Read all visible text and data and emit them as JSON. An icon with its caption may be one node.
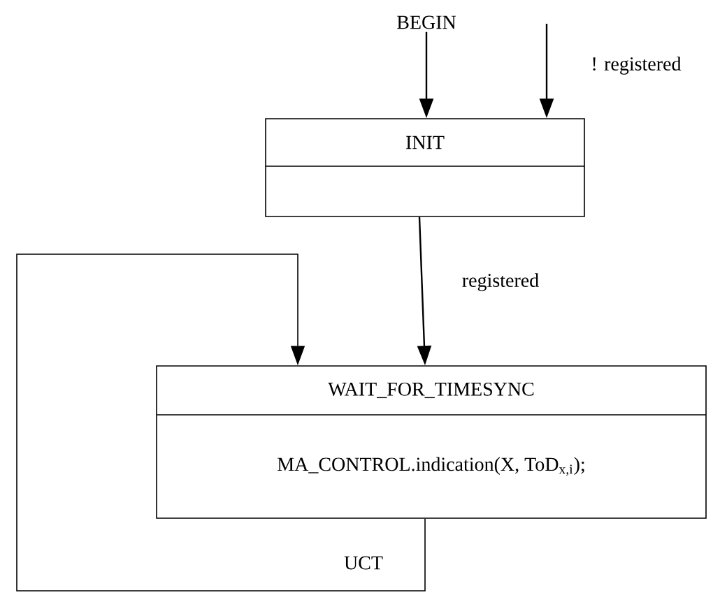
{
  "diagram": {
    "nodes": [
      {
        "text": [
          "BEGIN"
        ]
      },
      {
        "text": [
          "INIT"
        ]
      },
      {
        "text": [
          "WAIT_FOR_TIMESYNC",
          "MA_CONTROL.indication(X, ToD$_{x,i}$);"
        ]
      }
    ],
    "edges": [
      {
        "from": 0,
        "to": 1,
        "arrow": "to"
      },
      {
        "from": null,
        "to": 1,
        "arrow": "to",
        "label": "! registered"
      },
      {
        "from": 1,
        "to": 2,
        "arrow": "to",
        "label": "registered"
      },
      {
        "from": 2,
        "to": 2,
        "arrow": "to",
        "label": "UCT"
      }
    ]
  }
}
